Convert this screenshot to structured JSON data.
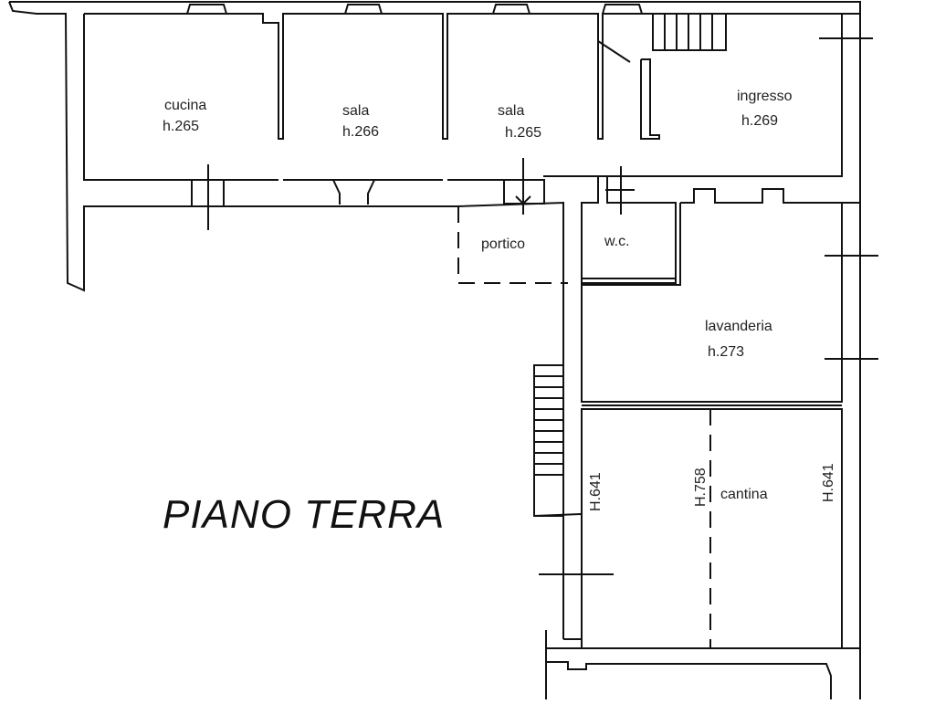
{
  "title": "PIANO TERRA",
  "rooms": {
    "cucina": {
      "name": "cucina",
      "height": "h.265"
    },
    "sala1": {
      "name": "sala",
      "height": "h.266"
    },
    "sala2": {
      "name": "sala",
      "height": "h.265"
    },
    "ingresso": {
      "name": "ingresso",
      "height": "h.269"
    },
    "portico": {
      "name": "portico"
    },
    "wc": {
      "name": "w.c."
    },
    "lavanderia": {
      "name": "lavanderia",
      "height": "h.273"
    },
    "cantina": {
      "name": "cantina",
      "height_left": "H.641",
      "height_mid": "H.758",
      "height_right": "H.641"
    }
  }
}
